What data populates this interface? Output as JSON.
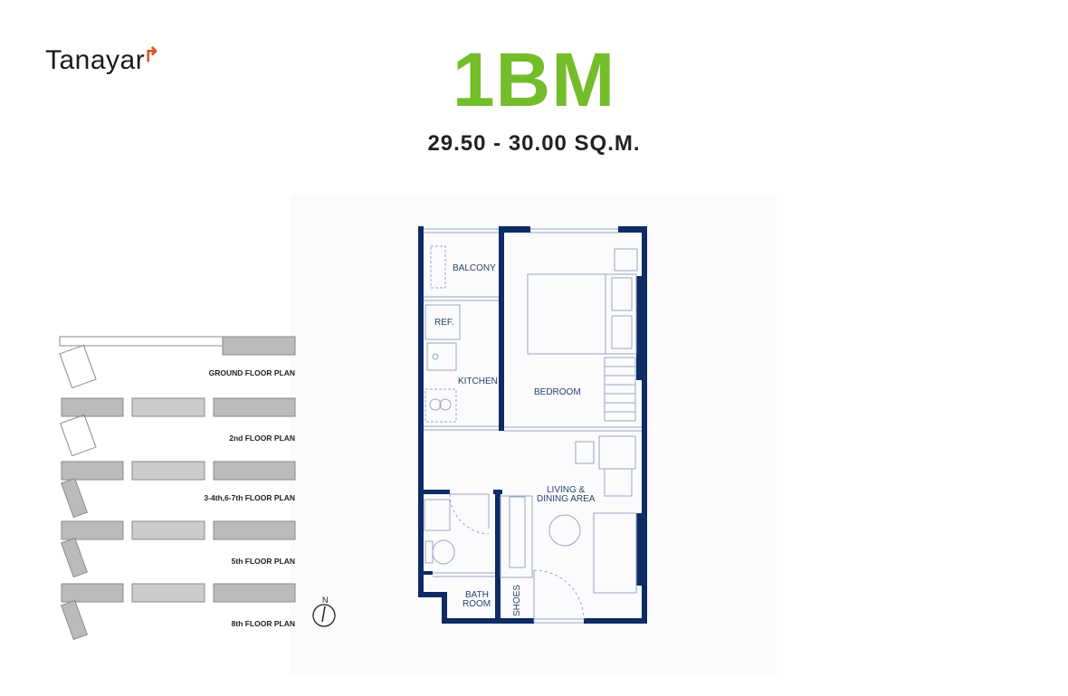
{
  "brand": {
    "name": "Tanayar",
    "accent": "#e0531c"
  },
  "unit": {
    "type": "1BM",
    "area": "29.50 - 30.00 SQ.M.",
    "title_color": "#74bd2a"
  },
  "plan": {
    "wall_color": "#0d2c66",
    "rooms": {
      "balcony": "BALCONY",
      "ref": "REF.",
      "kitchen": "KITCHEN",
      "bedroom": "BEDROOM",
      "living_1": "LIVING &",
      "living_2": "DINING AREA",
      "bath_1": "BATH",
      "bath_2": "ROOM",
      "shoes": "SHOES"
    }
  },
  "key_plans": [
    "GROUND  FLOOR PLAN",
    "2nd  FLOOR PLAN",
    "3-4th,6-7th  FLOOR PLAN",
    "5th  FLOOR PLAN",
    "8th  FLOOR PLAN"
  ],
  "compass": "N"
}
